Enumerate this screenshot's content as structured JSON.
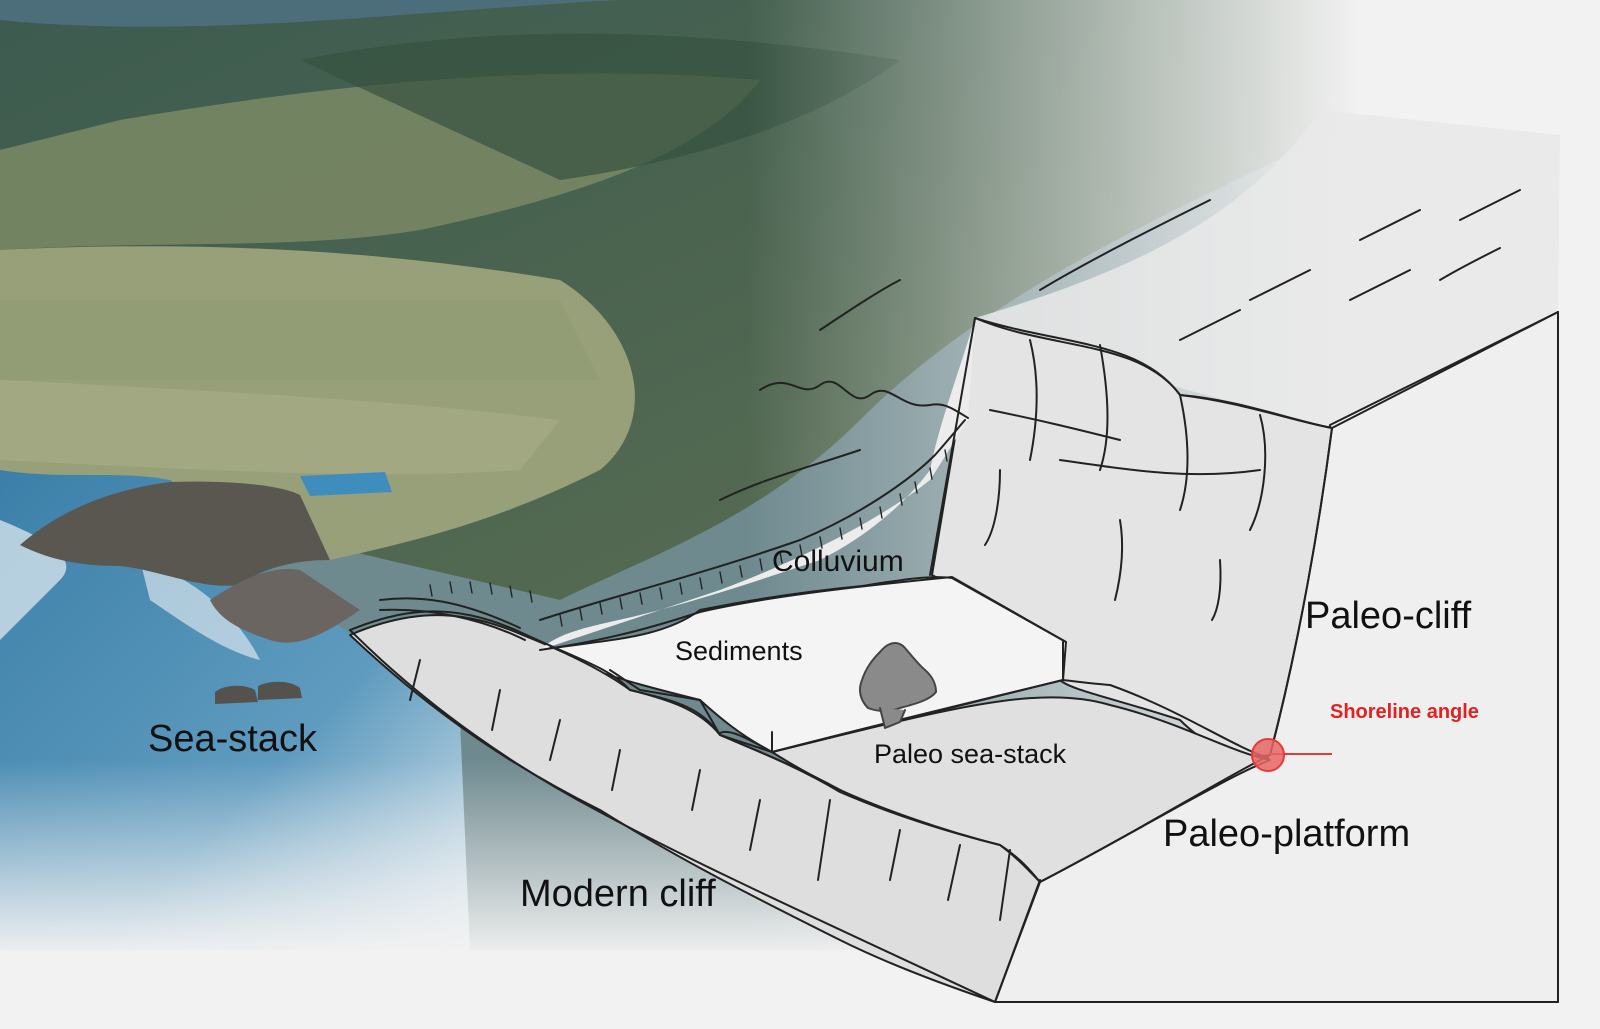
{
  "labels": {
    "sea_stack": "Sea-stack",
    "colluvium": "Colluvium",
    "sediments": "Sediments",
    "paleo_sea_stack": "Paleo sea-stack",
    "paleo_cliff": "Paleo-cliff",
    "paleo_platform": "Paleo-platform",
    "modern_cliff": "Modern cliff",
    "shoreline_angle": "Shoreline angle"
  },
  "colors": {
    "ocean": "#2f6f9a",
    "forest": "#2f4a3a",
    "field": "#9aa07a",
    "block_fill": "#e2e2e2",
    "sediment_fill": "#f4f4f4",
    "stack_fill": "#8a8a8a",
    "line": "#222222",
    "marker": "#e83a3a"
  }
}
